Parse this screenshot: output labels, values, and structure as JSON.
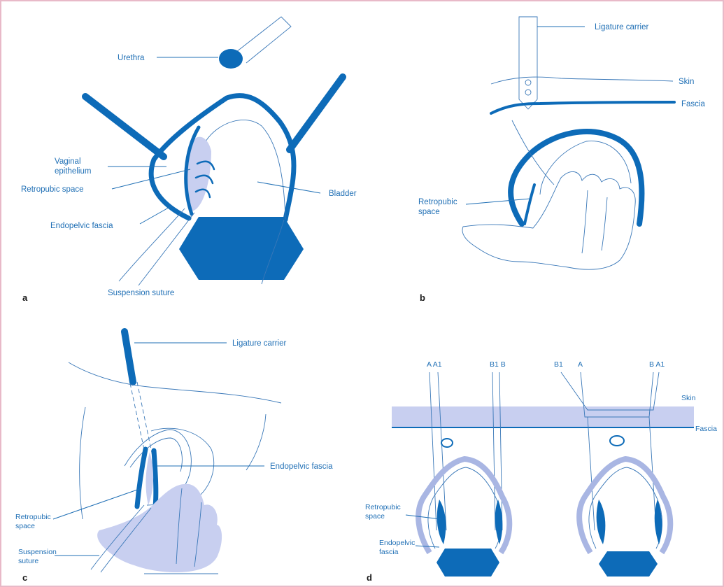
{
  "colors": {
    "ink": "#0d6bb8",
    "line": "#3a78b8",
    "fill_pale": "#c8cff0",
    "border": "#e8b9c8"
  },
  "panels": {
    "a": {
      "letter": "a",
      "labels": {
        "urethra": "Urethra",
        "vaginal_epithelium_1": "Vaginal",
        "vaginal_epithelium_2": "epithelium",
        "retropubic_space": "Retropubic space",
        "endopelvic_fascia": "Endopelvic fascia",
        "bladder": "Bladder",
        "suspension_suture": "Suspension suture"
      }
    },
    "b": {
      "letter": "b",
      "labels": {
        "ligature_carrier": "Ligature carrier",
        "skin": "Skin",
        "fascia": "Fascia",
        "retropubic_space_1": "Retropubic",
        "retropubic_space_2": "space"
      }
    },
    "c": {
      "letter": "c",
      "labels": {
        "ligature_carrier": "Ligature carrier",
        "endopelvic_fascia": "Endopelvic fascia",
        "retropubic_space_1": "Retropubic",
        "retropubic_space_2": "space",
        "suspension_suture_1": "Suspension",
        "suspension_suture_2": "suture"
      }
    },
    "d": {
      "letter": "d",
      "labels": {
        "a_a1": "A A1",
        "b1_b": "B1 B",
        "b1": "B1",
        "a": "A",
        "b_a1": "B A1",
        "skin": "Skin",
        "fascia": "Fascia",
        "retropubic_space_1": "Retropubic",
        "retropubic_space_2": "space",
        "endopelvic_fascia_1": "Endopelvic",
        "endopelvic_fascia_2": "fascia"
      }
    }
  }
}
